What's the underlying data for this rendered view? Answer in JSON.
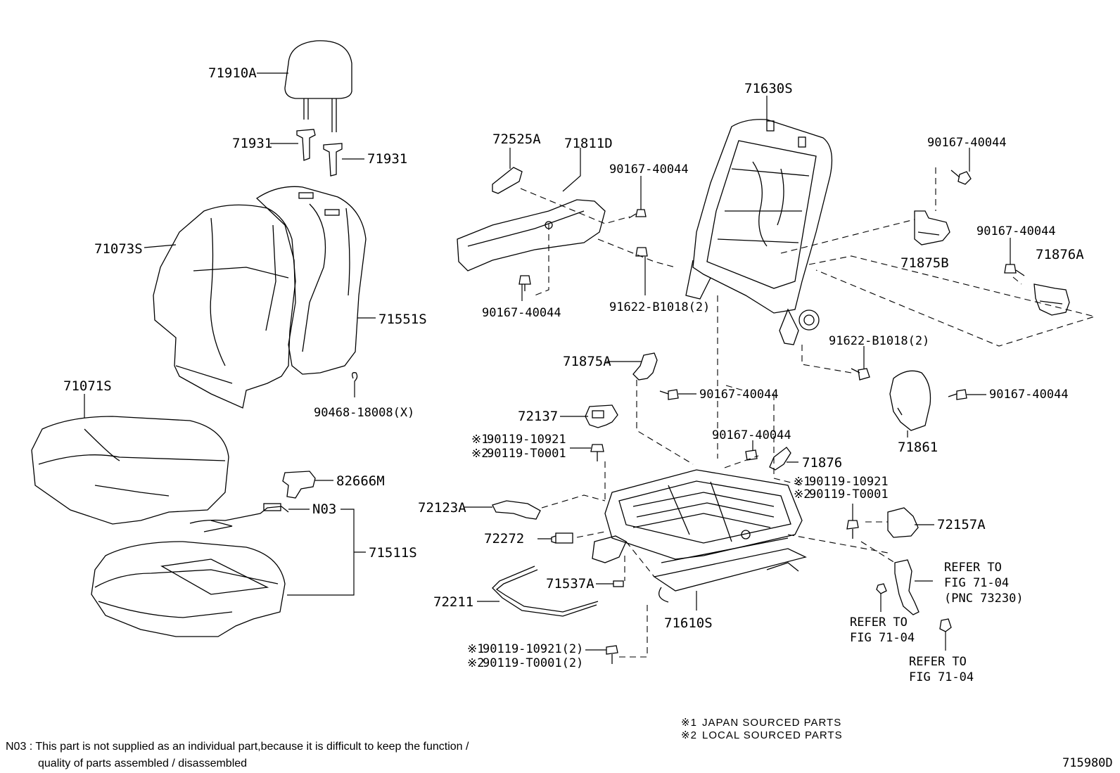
{
  "diagram_id": "715980D",
  "labels": {
    "p71910A": "71910A",
    "p71931a": "71931",
    "p71931b": "71931",
    "p71073S": "71073S",
    "p71551S": "71551S",
    "p90468": "90468-18008(X)",
    "p71071S": "71071S",
    "p82666M": "82666M",
    "pN03": "N03",
    "p71511S": "71511S",
    "p72525A": "72525A",
    "p71811D": "71811D",
    "p90167_a": "90167-40044",
    "p90167_b": "90167-40044",
    "p91622_a": "91622-B1018(2)",
    "p71630S": "71630S",
    "p90167_c": "90167-40044",
    "p71875B": "71875B",
    "p90167_d": "90167-40044",
    "p71876A": "71876A",
    "p91622_b": "91622-B1018(2)",
    "p71875A": "71875A",
    "p90167_e": "90167-40044",
    "p72137": "72137",
    "p90119_1a": "90119-10921",
    "p90119_2a": "90119-T0001",
    "p90167_f": "90167-40044",
    "p71876": "71876",
    "p90119_1b": "90119-10921",
    "p90119_2b": "90119-T0001",
    "p72157A": "72157A",
    "p90167_g": "90167-40044",
    "p71861": "71861",
    "p72123A": "72123A",
    "p72272": "72272",
    "p71537A": "71537A",
    "p72211": "72211",
    "p71610S": "71610S",
    "p90119_1c": "90119-10921(2)",
    "p90119_2c": "90119-T0001(2)",
    "refer1_a": "REFER TO",
    "refer1_b": "FIG 71-04",
    "refer1_c": "(PNC 73230)",
    "refer2_a": "REFER TO",
    "refer2_b": "FIG 71-04",
    "refer3_a": "REFER TO",
    "refer3_b": "FIG 71-04"
  },
  "marks": {
    "m1": "※1",
    "m2": "※2"
  },
  "legend": {
    "l1_mark": "※1",
    "l1_text": "JAPAN SOURCED PARTS",
    "l2_mark": "※2",
    "l2_text": "LOCAL SOURCED PARTS"
  },
  "footnote": {
    "line1": "N03 : This part is not supplied as an individual part,because it is difficult to keep the function /",
    "line2": "quality of parts assembled / disassembled"
  }
}
